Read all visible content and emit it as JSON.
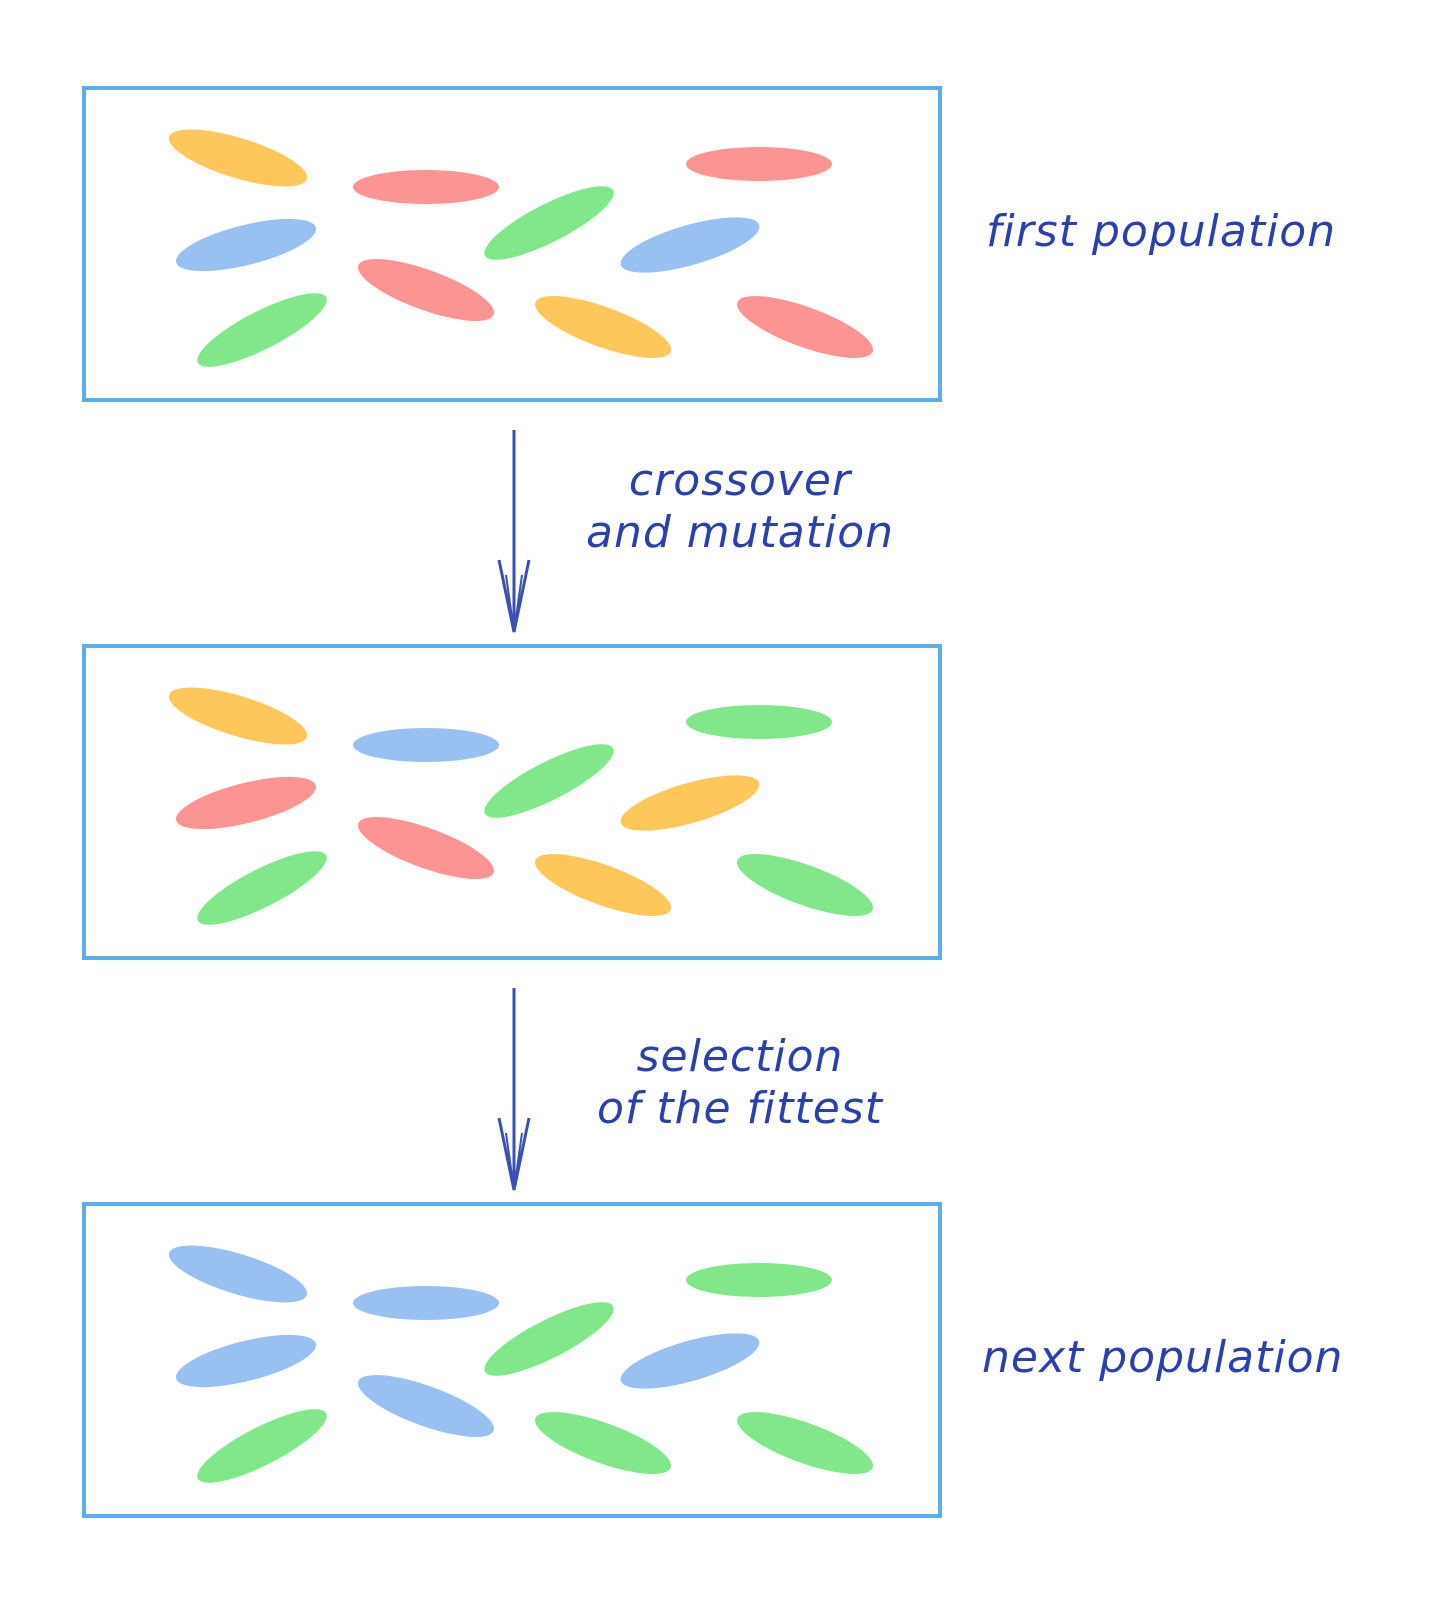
{
  "colors": {
    "box_stroke": "#5aaeee",
    "arrow": "#3a4fb8",
    "label_text": "#2b3fb0",
    "individual": {
      "yellow": "#fdc75c",
      "red": "#fd9494",
      "green": "#82e78a",
      "blue": "#98c0f1"
    }
  },
  "labels": {
    "first_population": "first population",
    "next_population": "next population",
    "step1_line1": "crossover",
    "step1_line2": "and mutation",
    "step2_line1": "selection",
    "step2_line2": "of the fittest"
  },
  "populations": [
    {
      "name": "first",
      "individuals": [
        "yellow",
        "red",
        "red",
        "blue",
        "green",
        "blue",
        "red",
        "green",
        "yellow",
        "red"
      ]
    },
    {
      "name": "intermediate",
      "individuals": [
        "yellow",
        "blue",
        "green",
        "red",
        "green",
        "yellow",
        "red",
        "green",
        "yellow",
        "green"
      ]
    },
    {
      "name": "next",
      "individuals": [
        "blue",
        "blue",
        "green",
        "blue",
        "green",
        "blue",
        "blue",
        "green",
        "green",
        "green"
      ]
    }
  ]
}
